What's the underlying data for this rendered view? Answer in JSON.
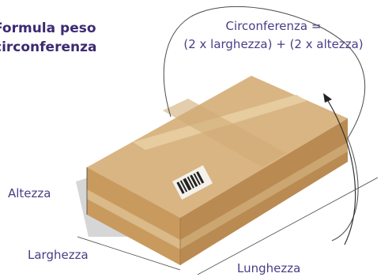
{
  "title": {
    "line1": "Formula peso",
    "line2": "circonferenza"
  },
  "formula": {
    "line1": "Circonferenza =",
    "line2": "(2 x larghezza) + (2 x altezza)"
  },
  "labels": {
    "altezza": "Altezza",
    "larghezza": "Larghezza",
    "lunghezza": "Lunghezza"
  },
  "colors": {
    "text": "#4a3c86",
    "title": "#3b2a72",
    "box_top": "#d9b583",
    "box_front": "#c99a5e",
    "box_side": "#b8864d",
    "tape": "#e3c899"
  }
}
